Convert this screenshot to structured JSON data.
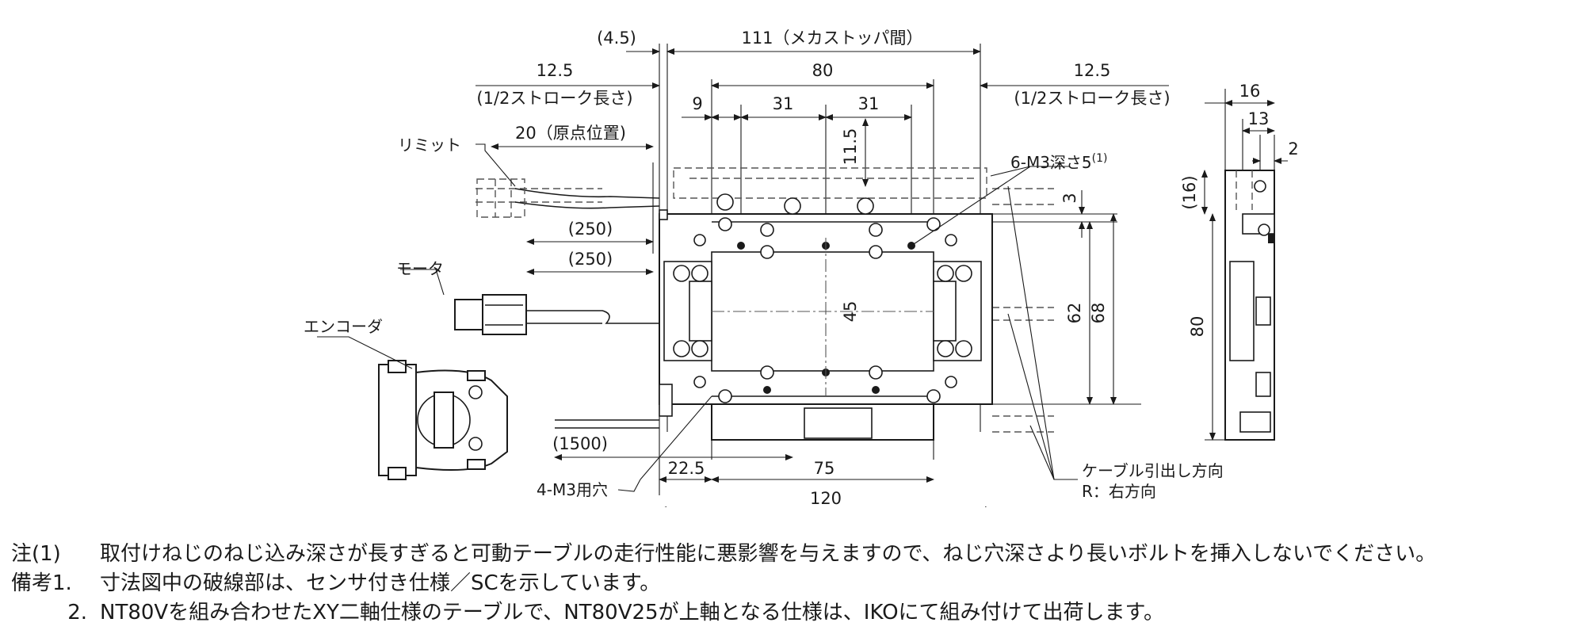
{
  "dimensions": {
    "d_4_5": "(4.5)",
    "d_111": "111（メカストッパ間）",
    "d_80_top": "80",
    "d_12_5_left": "12.5",
    "d_half_stroke_left": "(1/2ストローク長さ)",
    "d_12_5_right": "12.5",
    "d_half_stroke_right": "(1/2ストローク長さ)",
    "d_9": "9",
    "d_31_a": "31",
    "d_31_b": "31",
    "d_11_5": "11.5",
    "d_20": "20（原点位置)",
    "d_250_a": "(250)",
    "d_250_b": "(250)",
    "d_1500": "(1500)",
    "d_22_5": "22.5",
    "d_75": "75",
    "d_120": "120",
    "d_3": "3",
    "d_45": "45",
    "d_62": "62",
    "d_68": "68",
    "d_16": "16",
    "d_13": "13",
    "d_2": "2",
    "d_16_paren": "(16)",
    "d_80_side": "80"
  },
  "labels": {
    "limit": "リミット",
    "motor": "モータ",
    "encoder": "エンコーダ",
    "tap_6_m3": "6-M3深さ5",
    "note_ref": "(1)",
    "hole_4_m3": "4-M3用穴",
    "cable_direction": "ケーブル引出し方向",
    "cable_r": "R：右方向"
  },
  "notes": [
    {
      "label": "注(1)",
      "text": "取付けねじのねじ込み深さが長すぎると可動テーブルの走行性能に悪影響を与えますので、ねじ穴深さより長いボルトを挿入しないでください。"
    },
    {
      "label": "備考1.",
      "text": "寸法図中の破線部は、センサ付き仕様／SCを示しています。"
    },
    {
      "label": "2.",
      "text": "NT80Vを組み合わせたXY二軸仕様のテーブルで、NT80V25が上軸となる仕様は、IKOにて組み付けて出荷します。"
    }
  ]
}
